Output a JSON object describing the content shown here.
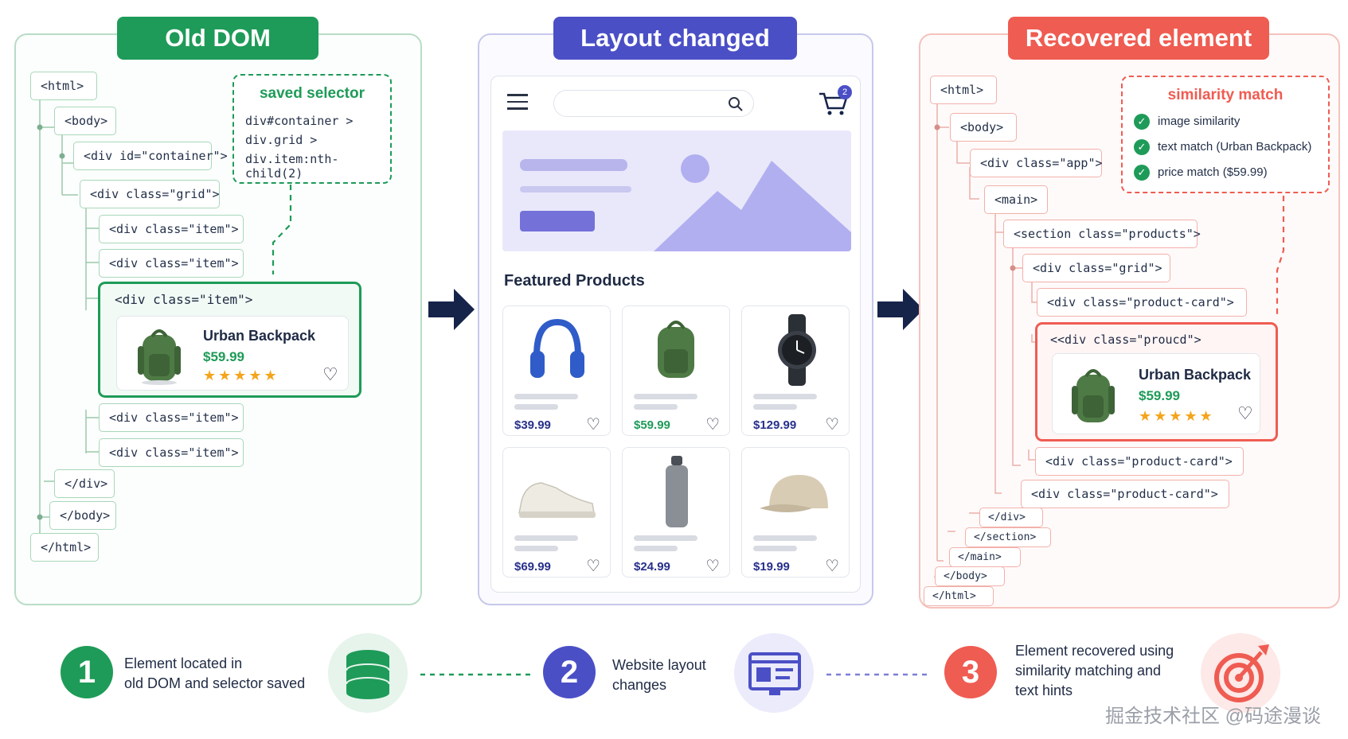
{
  "panels": {
    "old_dom": {
      "title": "Old DOM",
      "tags": [
        "<html>",
        "<body>",
        "<div id=\"container\">",
        "<div class=\"grid\">",
        "<div class=\"item\">",
        "<div class=\"item\">",
        "<div class=\"item\">",
        "<div class=\"item\">",
        "<div class=\"item\">",
        "</div>",
        "</body>",
        "</html>"
      ],
      "saved_selector": {
        "title": "saved selector",
        "lines": [
          "div#container >",
          "div.grid >",
          "div.item:nth-child(2)"
        ]
      },
      "product": {
        "name": "Urban Backpack",
        "price": "$59.99",
        "stars": "★★★★★"
      }
    },
    "layout_changed": {
      "title": "Layout changed",
      "cart_count": "2",
      "section_title": "Featured Products",
      "products": [
        {
          "icon": "headphones-icon",
          "price": "$39.99"
        },
        {
          "icon": "backpack-icon",
          "price": "$59.99"
        },
        {
          "icon": "watch-icon",
          "price": "$129.99"
        },
        {
          "icon": "sneaker-icon",
          "price": "$69.99"
        },
        {
          "icon": "bottle-icon",
          "price": "$24.99"
        },
        {
          "icon": "cap-icon",
          "price": "$19.99"
        }
      ]
    },
    "recovered": {
      "title": "Recovered element",
      "tags": [
        "<html>",
        "<body>",
        "<div class=\"app\">",
        "<main>",
        "<section class=\"products\">",
        "<div class=\"grid\">",
        "<div class=\"product-card\">",
        "<<div class=\"proucd\">",
        "<div class=\"product-card\">",
        "<div class=\"product-card\">",
        "</div>",
        "</section>",
        "</main>",
        "</body>",
        "</html>"
      ],
      "similarity": {
        "title": "similarity match",
        "items": [
          "image similarity",
          "text match (Urban Backpack)",
          "price match ($59.99)"
        ]
      },
      "product": {
        "name": "Urban Backpack",
        "price": "$59.99",
        "stars": "★★★★★"
      }
    }
  },
  "steps": [
    {
      "number": "1",
      "text": [
        "Element located in",
        "old DOM and selector saved"
      ],
      "icon": "database-icon"
    },
    {
      "number": "2",
      "text": [
        "Website layout",
        "changes"
      ],
      "icon": "browser-window-icon"
    },
    {
      "number": "3",
      "text": [
        "Element recovered using",
        "similarity matching and",
        "text hints"
      ],
      "icon": "target-icon"
    }
  ],
  "watermark": "掘金技术社区 @码途漫谈",
  "colors": {
    "green": "#1e9b58",
    "indigo": "#4b4fc6",
    "red": "#ef5c52",
    "navy": "#16244a"
  }
}
